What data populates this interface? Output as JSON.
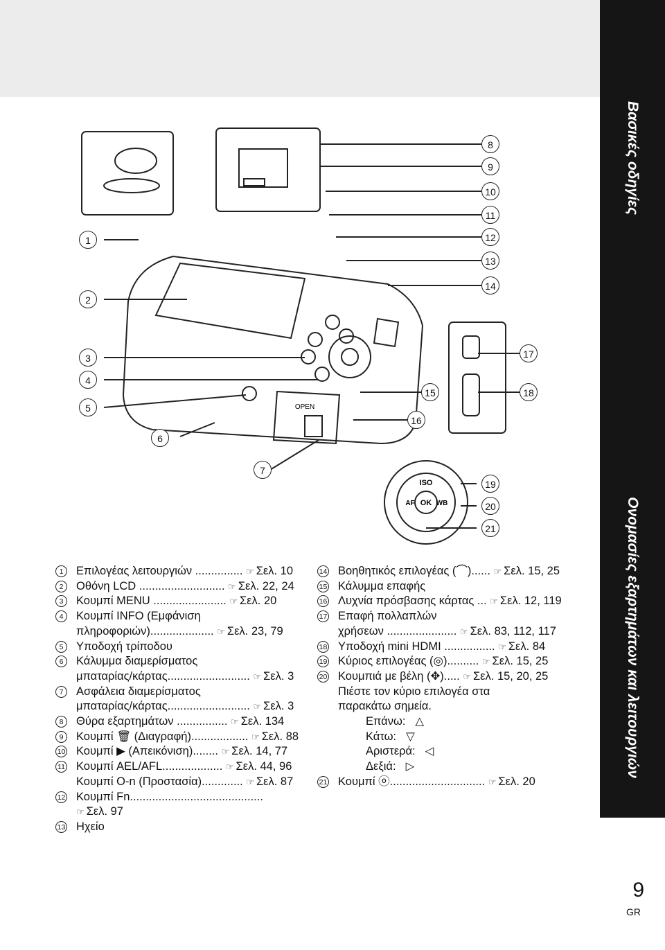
{
  "sidebar": {
    "section_top": "Βασικές οδηγίες",
    "section_main": "Ονομασίες εξαρτημάτων και λειτουργιών",
    "page_number": "9",
    "page_code": "GR"
  },
  "figure": {
    "callouts": [
      "1",
      "2",
      "3",
      "4",
      "5",
      "6",
      "7",
      "8",
      "9",
      "10",
      "11",
      "12",
      "13",
      "14",
      "15",
      "16",
      "17",
      "18",
      "19",
      "20",
      "21"
    ],
    "dial_labels": {
      "iso": "ISO",
      "af": "AF",
      "ok": "OK",
      "wb": "WB"
    },
    "door_label": "OPEN"
  },
  "ref_glyph": "☞",
  "left_list": [
    {
      "n": "1",
      "lines": [
        "Επιλογέας λειτουργιών ..............."
      ],
      "ref": "Σελ. 10"
    },
    {
      "n": "2",
      "lines": [
        "Οθόνη LCD ..........................."
      ],
      "ref": "Σελ. 22, 24"
    },
    {
      "n": "3",
      "lines": [
        "Κουμπί MENU ......................."
      ],
      "ref": "Σελ. 20"
    },
    {
      "n": "4",
      "lines": [
        "Κουμπί INFO (Εμφάνιση",
        "πληροφοριών)...................."
      ],
      "ref": "Σελ. 23, 79"
    },
    {
      "n": "5",
      "lines": [
        "Υποδοχή τρίποδου"
      ],
      "ref": ""
    },
    {
      "n": "6",
      "lines": [
        "Κάλυμμα διαμερίσματος",
        "μπαταρίας/κάρτας.........................."
      ],
      "ref": "Σελ. 3"
    },
    {
      "n": "7",
      "lines": [
        "Ασφάλεια διαμερίσματος",
        "μπαταρίας/κάρτας.........................."
      ],
      "ref": "Σελ. 3"
    },
    {
      "n": "8",
      "lines": [
        "Θύρα εξαρτημάτων ................"
      ],
      "ref": "Σελ. 134"
    },
    {
      "n": "9",
      "lines": [
        "Κουμπί 🗑 (Διαγραφή).................."
      ],
      "ref": "Σελ. 88"
    },
    {
      "n": "10",
      "lines": [
        "Κουμπί ▶ (Απεικόνιση)........"
      ],
      "ref": "Σελ. 14, 77"
    },
    {
      "n": "11",
      "lines": [
        "Κουμπί AEL/AFL...................",
        "Κουμπί O‑n (Προστασία)............."
      ],
      "ref": "Σελ. 44, 96",
      "ref2": "Σελ. 87"
    },
    {
      "n": "12",
      "lines": [
        "Κουμπί Fn.........................................."
      ],
      "ref": "Σελ. 97"
    },
    {
      "n": "13",
      "lines": [
        "Ηχείο"
      ],
      "ref": ""
    }
  ],
  "right_list": [
    {
      "n": "14",
      "lines": [
        "Βοηθητικός επιλογέας (⌒)......"
      ],
      "ref": "Σελ. 15, 25"
    },
    {
      "n": "15",
      "lines": [
        "Κάλυμμα επαφής"
      ],
      "ref": ""
    },
    {
      "n": "16",
      "lines": [
        "Λυχνία πρόσβασης κάρτας ..."
      ],
      "ref": "Σελ. 12, 119"
    },
    {
      "n": "17",
      "lines": [
        "Επαφή πολλαπλών",
        "χρήσεων ......................"
      ],
      "ref": "Σελ. 83, 112, 117"
    },
    {
      "n": "18",
      "lines": [
        "Υποδοχή mini HDMI ................"
      ],
      "ref": "Σελ. 84"
    },
    {
      "n": "19",
      "lines": [
        "Κύριος επιλογέας (◎).........."
      ],
      "ref": "Σελ. 15, 25"
    },
    {
      "n": "20",
      "lines": [
        "Κουμπιά με βέλη (✥)....."
      ],
      "ref": "Σελ. 15, 20, 25"
    },
    {
      "n": "21",
      "lines": [
        "Κουμπί ⓞ.............................."
      ],
      "ref": "Σελ. 20"
    }
  ],
  "press_note": [
    "Πιέστε τον κύριο επιλογέα στα",
    "παρακάτω σημεία."
  ],
  "directions": [
    {
      "label": "Επάνω:",
      "arrow": "△"
    },
    {
      "label": "Κάτω:",
      "arrow": "▽"
    },
    {
      "label": "Αριστερά:",
      "arrow": "◁"
    },
    {
      "label": "Δεξιά:",
      "arrow": "▷"
    }
  ]
}
